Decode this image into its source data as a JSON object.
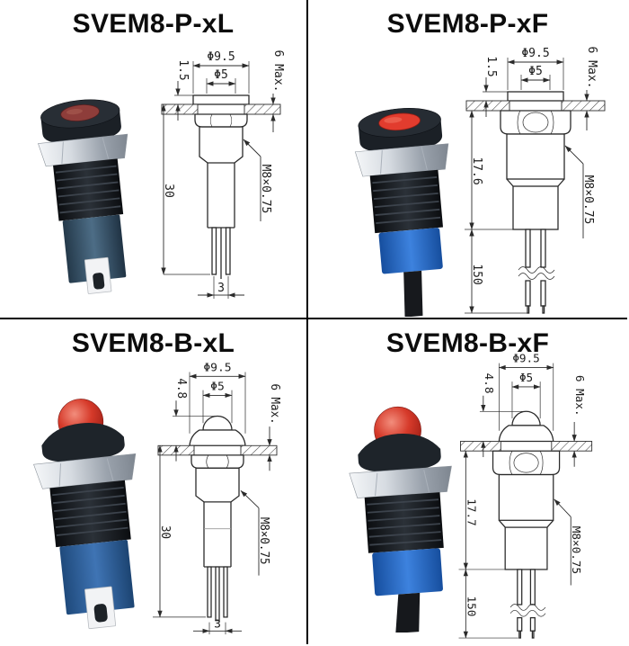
{
  "sheet": {
    "background": "#ffffff",
    "divider_color": "#000000"
  },
  "colors": {
    "drawing_line": "#2b2b2b",
    "lens_red_flat_dark": "#8e3d3a",
    "lens_red_flat_bright": "#e23c2e",
    "dome_red": "#d63a2a",
    "bezel_black": "#20252b",
    "nut_silver": "#d6dbe1",
    "barrel_black": "#1a1d22",
    "body_slate_blue": "#4d6d86",
    "body_medium_blue": "#3f74b4",
    "band_bright_blue": "#3d82de",
    "wire_black": "#17191d",
    "connector_white": "#f2f3f5"
  },
  "quadrants": {
    "p_xl": {
      "title": "SVEM8-P-xL",
      "dims": {
        "flange_height": "1.5",
        "flange_dia": "Φ9.5",
        "lens_dia": "Φ5",
        "panel_thickness_max": "6 Max.",
        "body_length": "30",
        "thread_spec": "M8×0.75",
        "pin_pitch": "3"
      }
    },
    "p_xf": {
      "title": "SVEM8-P-xF",
      "dims": {
        "flange_height": "1.5",
        "flange_dia": "Φ9.5",
        "lens_dia": "Φ5",
        "panel_thickness_max": "6 Max.",
        "body_length": "17.6",
        "wire_length": "150",
        "thread_spec": "M8×0.75"
      }
    },
    "b_xl": {
      "title": "SVEM8-B-xL",
      "dims": {
        "dome_height": "4.8",
        "flange_dia": "Φ9.5",
        "lens_dia": "Φ5",
        "panel_thickness_max": "6 Max.",
        "body_length": "30",
        "thread_spec": "M8×0.75",
        "pin_pitch": "3"
      }
    },
    "b_xf": {
      "title": "SVEM8-B-xF",
      "dims": {
        "dome_height": "4.8",
        "flange_dia": "Φ9.5",
        "lens_dia": "Φ5",
        "panel_thickness_max": "6 Max.",
        "body_length": "17.7",
        "wire_length": "150",
        "thread_spec": "M8×0.75"
      }
    }
  }
}
